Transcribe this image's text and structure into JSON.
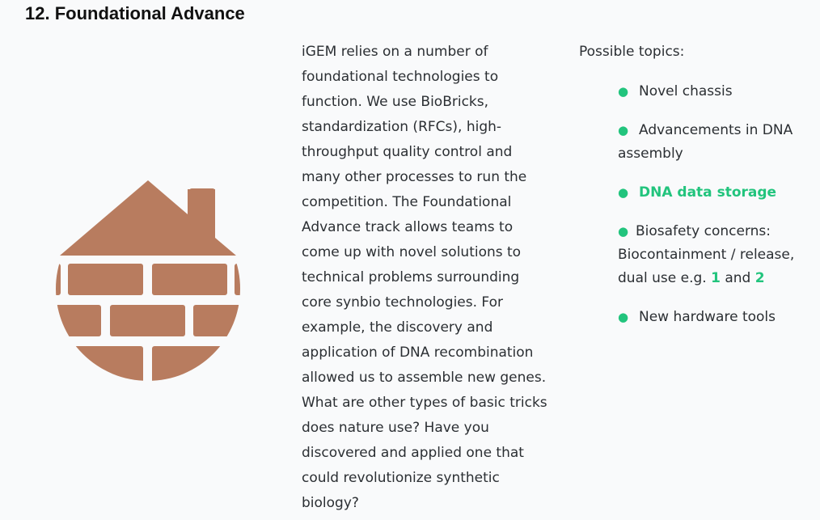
{
  "section": {
    "title": "12. Foundational Advance"
  },
  "description": "iGEM relies on a number of foundational technologies to function. We use BioBricks, standardization (RFCs), high-throughput quality control and many other processes to run the competition. The Foundational Advance track allows teams to come up with novel solutions to technical problems surrounding core synbio technologies. For example, the discovery and application of DNA recombination allowed us to assemble new genes. What are other types of basic tricks does nature use? Have you discovered and applied one that could revolutionize synthetic biology?",
  "topics": {
    "heading": "Possible topics:",
    "bullet": "●",
    "items": [
      {
        "label": "Novel chassis"
      },
      {
        "label": "Advancements in DNA assembly"
      },
      {
        "label": "DNA data storage"
      },
      {
        "label_prefix": "Biosafety concerns: Biocontainment / release, dual use e.g.",
        "link1": "1",
        "conjunction": "and",
        "link2": "2"
      },
      {
        "label": "New hardware tools"
      }
    ]
  },
  "colors": {
    "accent": "#22c47d",
    "brick": "#b87c5f",
    "background": "#f9fafb"
  },
  "icons": {
    "house": "brick-house-icon"
  }
}
